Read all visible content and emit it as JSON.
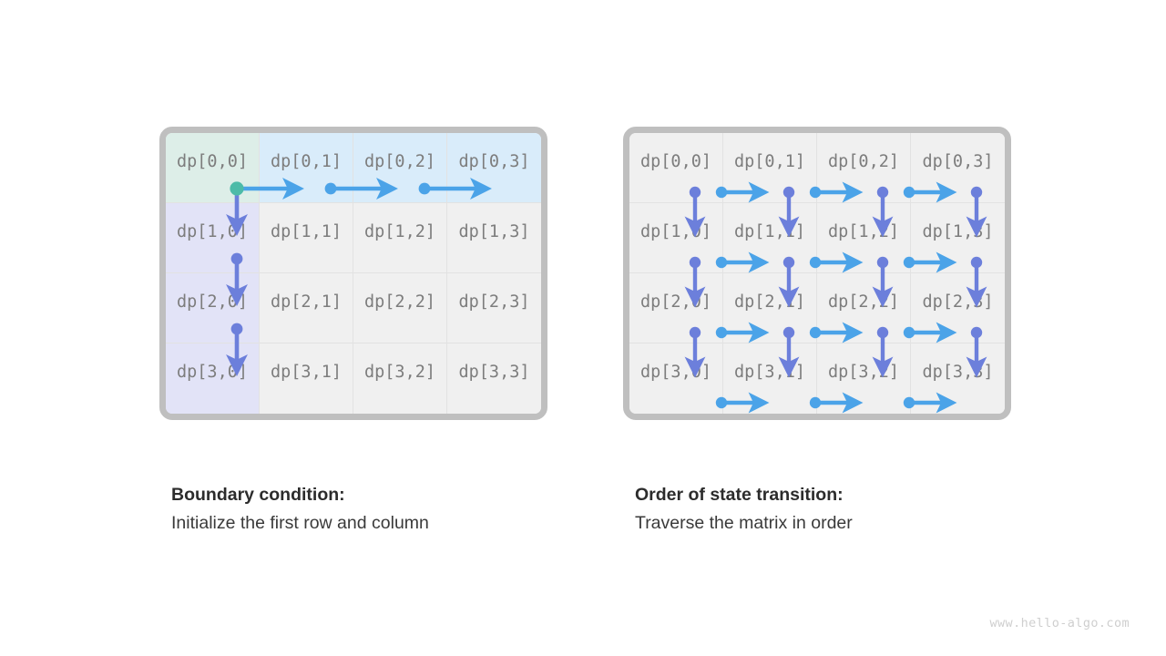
{
  "page": {
    "background": "#ffffff",
    "watermark": "www.hello-algo.com"
  },
  "colors": {
    "frame_border": "#bfbfbf",
    "cell_default": "#f0f0f0",
    "cell_gridline": "#e2e2e2",
    "cell_highlight_origin": "#ddeee8",
    "cell_highlight_row": "#d9ecfa",
    "cell_highlight_col": "#e2e3f7",
    "label_text": "#7d7d7d",
    "arrow_horizontal": "#4ba3e8",
    "arrow_vertical": "#6c7fdb",
    "origin_dot": "#4dbba8",
    "caption_title": "#2c2c2c",
    "caption_body": "#3a3a3a",
    "watermark": "#cfcfcf"
  },
  "panels": [
    {
      "id": "boundary-condition",
      "grid": {
        "rows": 4,
        "cols": 4,
        "cells": [
          [
            {
              "label": "dp[0,0]",
              "fill": "origin"
            },
            {
              "label": "dp[0,1]",
              "fill": "row"
            },
            {
              "label": "dp[0,2]",
              "fill": "row"
            },
            {
              "label": "dp[0,3]",
              "fill": "row"
            }
          ],
          [
            {
              "label": "dp[1,0]",
              "fill": "col"
            },
            {
              "label": "dp[1,1]",
              "fill": "none"
            },
            {
              "label": "dp[1,2]",
              "fill": "none"
            },
            {
              "label": "dp[1,3]",
              "fill": "none"
            }
          ],
          [
            {
              "label": "dp[2,0]",
              "fill": "col"
            },
            {
              "label": "dp[2,1]",
              "fill": "none"
            },
            {
              "label": "dp[2,2]",
              "fill": "none"
            },
            {
              "label": "dp[2,3]",
              "fill": "none"
            }
          ],
          [
            {
              "label": "dp[3,0]",
              "fill": "col"
            },
            {
              "label": "dp[3,1]",
              "fill": "none"
            },
            {
              "label": "dp[3,2]",
              "fill": "none"
            },
            {
              "label": "dp[3,3]",
              "fill": "none"
            }
          ]
        ]
      },
      "caption": {
        "title": "Boundary condition:",
        "body": "Initialize the first row and column"
      }
    },
    {
      "id": "state-transition-order",
      "grid": {
        "rows": 4,
        "cols": 4,
        "cells": [
          [
            {
              "label": "dp[0,0]",
              "fill": "none"
            },
            {
              "label": "dp[0,1]",
              "fill": "none"
            },
            {
              "label": "dp[0,2]",
              "fill": "none"
            },
            {
              "label": "dp[0,3]",
              "fill": "none"
            }
          ],
          [
            {
              "label": "dp[1,0]",
              "fill": "none"
            },
            {
              "label": "dp[1,1]",
              "fill": "none"
            },
            {
              "label": "dp[1,2]",
              "fill": "none"
            },
            {
              "label": "dp[1,3]",
              "fill": "none"
            }
          ],
          [
            {
              "label": "dp[2,0]",
              "fill": "none"
            },
            {
              "label": "dp[2,1]",
              "fill": "none"
            },
            {
              "label": "dp[2,2]",
              "fill": "none"
            },
            {
              "label": "dp[2,3]",
              "fill": "none"
            }
          ],
          [
            {
              "label": "dp[3,0]",
              "fill": "none"
            },
            {
              "label": "dp[3,1]",
              "fill": "none"
            },
            {
              "label": "dp[3,2]",
              "fill": "none"
            },
            {
              "label": "dp[3,3]",
              "fill": "none"
            }
          ]
        ]
      },
      "caption": {
        "title": "Order of state transition:",
        "body": "Traverse the matrix in order"
      }
    }
  ],
  "diagram_flow": {
    "left": {
      "description": "First row filled left-to-right, first column filled top-to-bottom, starting from dp[0,0]",
      "origin": "dp[0,0]",
      "horizontal_steps": [
        "dp[0,0]->dp[0,1]",
        "dp[0,1]->dp[0,2]",
        "dp[0,2]->dp[0,3]"
      ],
      "vertical_steps": [
        "dp[0,0]->dp[1,0]",
        "dp[1,0]->dp[2,0]",
        "dp[2,0]->dp[3,0]"
      ]
    },
    "right": {
      "description": "Every cell transitions right and down; last column has no right arrow, last row has no down arrow",
      "horizontal_rows": [
        0,
        1,
        2,
        3
      ],
      "horizontal_from_cols": [
        0,
        1,
        2
      ],
      "vertical_cols": [
        0,
        1,
        2,
        3
      ],
      "vertical_from_rows": [
        0,
        1,
        2
      ]
    }
  }
}
